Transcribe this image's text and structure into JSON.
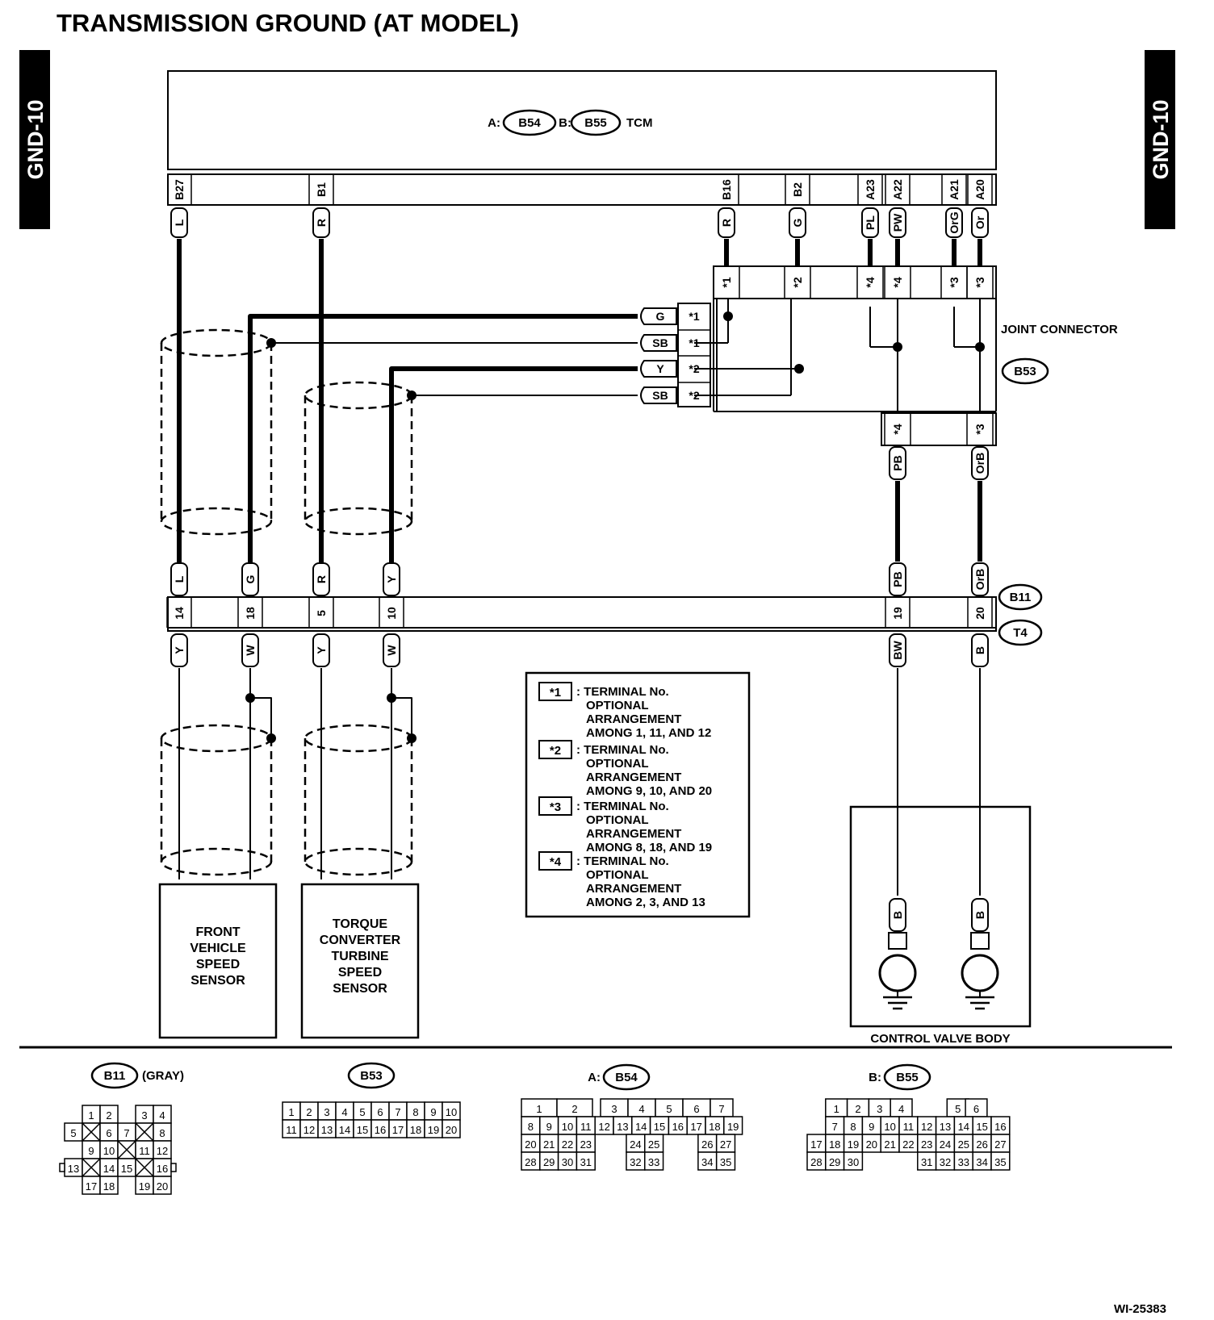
{
  "title": "TRANSMISSION GROUND (AT MODEL)",
  "side_tag": "GND-10",
  "tcm": {
    "prefix_a": "A:",
    "conn_a": "B54",
    "prefix_b": "B:",
    "conn_b": "B55",
    "label": "TCM"
  },
  "joint": {
    "label": "JOINT CONNECTOR",
    "conn": "B53"
  },
  "tcm_pins": [
    {
      "pin": "B27",
      "wire": "L"
    },
    {
      "pin": "B1",
      "wire": "R"
    },
    {
      "pin": "B16",
      "wire": "R"
    },
    {
      "pin": "B2",
      "wire": "G"
    },
    {
      "pin": "A23",
      "wire": "PL"
    },
    {
      "pin": "A22",
      "wire": "PW"
    },
    {
      "pin": "A21",
      "wire": "OrG"
    },
    {
      "pin": "A20",
      "wire": "Or"
    }
  ],
  "joint_top_marks": [
    "*1",
    "*2",
    "*4",
    "*4",
    "*3",
    "*3"
  ],
  "joint_side_rows": [
    {
      "wire": "G",
      "mark": "*1"
    },
    {
      "wire": "SB",
      "mark": "*1"
    },
    {
      "wire": "Y",
      "mark": "*2"
    },
    {
      "wire": "SB",
      "mark": "*2"
    }
  ],
  "joint_bottom": [
    {
      "mark": "*4",
      "wire": "PB"
    },
    {
      "mark": "*3",
      "wire": "OrB"
    }
  ],
  "b11_conn": "B11",
  "t4_conn": "T4",
  "connector_pins": [
    {
      "upper": "L",
      "pin": "14",
      "lower": "Y"
    },
    {
      "upper": "G",
      "pin": "18",
      "lower": "W"
    },
    {
      "upper": "R",
      "pin": "5",
      "lower": "Y"
    },
    {
      "upper": "Y",
      "pin": "10",
      "lower": "W"
    },
    {
      "upper": "PB",
      "pin": "19",
      "lower": "BW"
    },
    {
      "upper": "OrB",
      "pin": "20",
      "lower": "B"
    }
  ],
  "legend": [
    {
      "mark": "*1",
      "lines": [
        ": TERMINAL No.",
        "OPTIONAL",
        "ARRANGEMENT",
        "AMONG 1, 11, AND 12"
      ]
    },
    {
      "mark": "*2",
      "lines": [
        ": TERMINAL No.",
        "OPTIONAL",
        "ARRANGEMENT",
        "AMONG 9, 10, AND 20"
      ]
    },
    {
      "mark": "*3",
      "lines": [
        ": TERMINAL No.",
        "OPTIONAL",
        "ARRANGEMENT",
        "AMONG 8, 18, AND 19"
      ]
    },
    {
      "mark": "*4",
      "lines": [
        ": TERMINAL No.",
        "OPTIONAL",
        "ARRANGEMENT",
        "AMONG 2, 3, AND 13"
      ]
    }
  ],
  "sensors": [
    {
      "lines": [
        "FRONT",
        "VEHICLE",
        "SPEED",
        "SENSOR"
      ]
    },
    {
      "lines": [
        "TORQUE",
        "CONVERTER",
        "TURBINE",
        "SPEED",
        "SENSOR"
      ]
    }
  ],
  "ground": {
    "wire": "B",
    "symbol": "E",
    "box_label": "CONTROL VALVE BODY"
  },
  "connectors": {
    "b11": {
      "name": "B11",
      "note": "(GRAY)",
      "rows": [
        [
          "1",
          "2",
          "3",
          "4"
        ],
        [
          "5",
          "6",
          "7",
          "8"
        ],
        [
          "9",
          "10",
          "11",
          "12"
        ],
        [
          "13",
          "14",
          "15",
          "16"
        ],
        [
          "17",
          "18",
          "19",
          "20"
        ]
      ]
    },
    "b53": {
      "name": "B53",
      "rows": [
        [
          "1",
          "2",
          "3",
          "4",
          "5",
          "6",
          "7",
          "8",
          "9",
          "10"
        ],
        [
          "11",
          "12",
          "13",
          "14",
          "15",
          "16",
          "17",
          "18",
          "19",
          "20"
        ]
      ]
    },
    "b54": {
      "prefix": "A:",
      "name": "B54",
      "rows": [
        [
          "1",
          "2",
          "3",
          "4",
          "5",
          "6",
          "7"
        ],
        [
          "8",
          "9",
          "10",
          "11",
          "12",
          "13",
          "14",
          "15",
          "16",
          "17",
          "18",
          "19"
        ],
        [
          "20",
          "21",
          "22",
          "23",
          "24",
          "25",
          "26",
          "27"
        ],
        [
          "28",
          "29",
          "30",
          "31",
          "32",
          "33",
          "34",
          "35"
        ]
      ]
    },
    "b55": {
      "prefix": "B:",
      "name": "B55",
      "rows": [
        [
          "1",
          "2",
          "3",
          "4",
          "5",
          "6"
        ],
        [
          "7",
          "8",
          "9",
          "10",
          "11",
          "12",
          "13",
          "14",
          "15",
          "16"
        ],
        [
          "17",
          "18",
          "19",
          "20",
          "21",
          "22",
          "23",
          "24",
          "25",
          "26",
          "27"
        ],
        [
          "28",
          "29",
          "30",
          "31",
          "32",
          "33",
          "34",
          "35"
        ]
      ]
    }
  },
  "doc_id": "WI-25383"
}
